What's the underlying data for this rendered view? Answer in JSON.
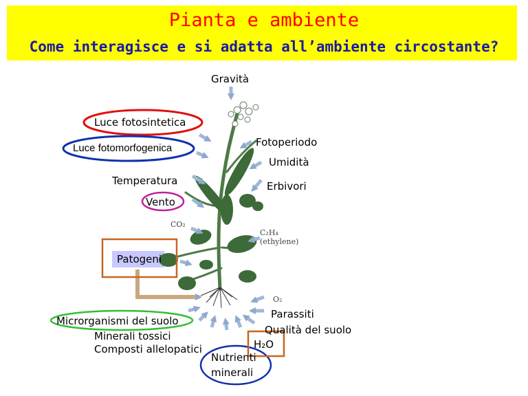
{
  "title": "Pianta e ambiente",
  "subtitle": "Come interagisce e si adatta all’ambiente circostante?",
  "labels": {
    "gravita": "Gravità",
    "luce_fotosintetica": "Luce fotosintetica",
    "luce_fotomorfogenica": "Luce fotomorfogenica",
    "fotoperiodo": "Fotoperiodo",
    "umidita": "Umidità",
    "temperatura": "Temperatura",
    "erbivori": "Erbivori",
    "vento": "Vento",
    "co2": "CO₂",
    "c2h4": "C₂H₄",
    "ethylene": "(ethylene)",
    "patogeni": "Patogeni",
    "o2": "O₂",
    "parassiti": "Parassiti",
    "microrganismi": "Microrganismi del suolo",
    "qualita_suolo": "Qualità del suolo",
    "minerali_tossici": "Minerali tossici",
    "composti_allelopatici": "Composti allelopatici",
    "h2o": "H₂O",
    "nutrienti": "Nutrienti",
    "minerali": "minerali"
  },
  "colors": {
    "banner": "#ffff00",
    "title": "#ff0000",
    "subtitle": "#1a1aa6",
    "arrow": "#9fb8d8",
    "red_ellipse": "#e01010",
    "blue_ellipse": "#1030b0",
    "magenta_ellipse": "#c0209a",
    "green_ellipse": "#30c030",
    "orange_box": "#c8661e",
    "leaf": "#3c6a38",
    "stem": "#4d7a46",
    "patogeni_bg": "#c8c8ff"
  }
}
